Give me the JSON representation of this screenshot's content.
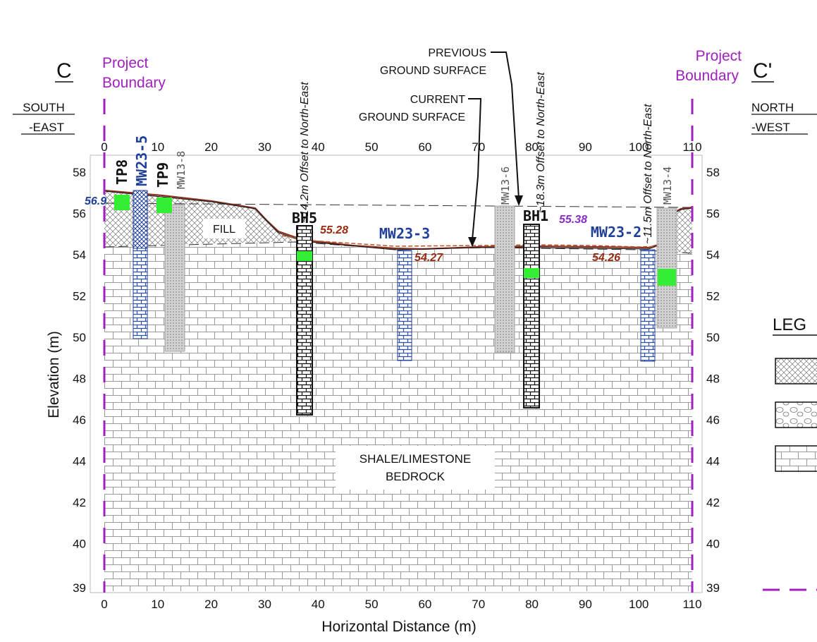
{
  "section": {
    "left_letter": "C",
    "right_letter": "C'",
    "left_direction": [
      "SOUTH",
      "-EAST"
    ],
    "right_direction": [
      "NORTH",
      "-WEST"
    ],
    "project_boundary": [
      "Project",
      "Boundary"
    ]
  },
  "axes": {
    "xlabel": "Horizontal Distance (m)",
    "ylabel": "Elevation (m)",
    "x_ticks": [
      "0",
      "10",
      "20",
      "30",
      "40",
      "50",
      "60",
      "70",
      "80",
      "90",
      "100",
      "110"
    ],
    "y_ticks": [
      "58",
      "56",
      "54",
      "52",
      "50",
      "48",
      "46",
      "44",
      "42",
      "40",
      "39"
    ]
  },
  "offsets": {
    "bh5": "~14.2m Offset to North-East",
    "bh1": "~18.3m Offset to North-East",
    "mw232": "~11.5m Offset to North-East"
  },
  "callouts": {
    "previous": [
      "PREVIOUS",
      "GROUND SURFACE"
    ],
    "current": [
      "CURRENT",
      "GROUND SURFACE"
    ]
  },
  "units": {
    "fill": "FILL",
    "bedrock": [
      "SHALE/LIMESTONE",
      "BEDROCK"
    ]
  },
  "boreholes": {
    "tp8": "TP8",
    "mw235": "MW23-5",
    "tp9": "TP9",
    "mw138": "MW13-8",
    "bh5": "BH5",
    "mw233": "MW23-3",
    "mw136": "MW13-6",
    "bh1": "BH1",
    "mw232": "MW23-2",
    "mw134": "MW13-4"
  },
  "water_levels": {
    "left": "56.9",
    "bh5": "55.28",
    "mw233": "54.27",
    "bh1": "55.38",
    "mw232": "54.26"
  },
  "legend": {
    "title": "LEG"
  },
  "colors": {
    "boundary": "#a020c0",
    "blue_label": "#1f3f9a",
    "red_label": "#9a2a10",
    "purple_label": "#8a2cc8",
    "water_marker": "#33ee33",
    "brick_line": "#9a9a9a"
  }
}
